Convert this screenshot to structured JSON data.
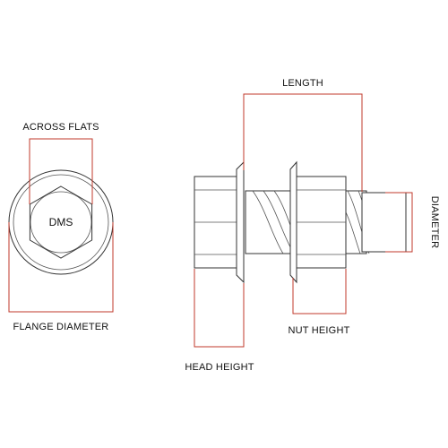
{
  "labels": {
    "length": "LENGTH",
    "across_flats": "ACROSS FLATS",
    "dms": "DMS",
    "flange_diameter": "FLANGE DIAMETER",
    "diameter": "DIAMETER",
    "nut_height": "NUT HEIGHT",
    "head_height": "HEAD HEIGHT"
  },
  "colors": {
    "dimension_line": "#c0392b",
    "outline": "#333333",
    "text": "#111111"
  }
}
